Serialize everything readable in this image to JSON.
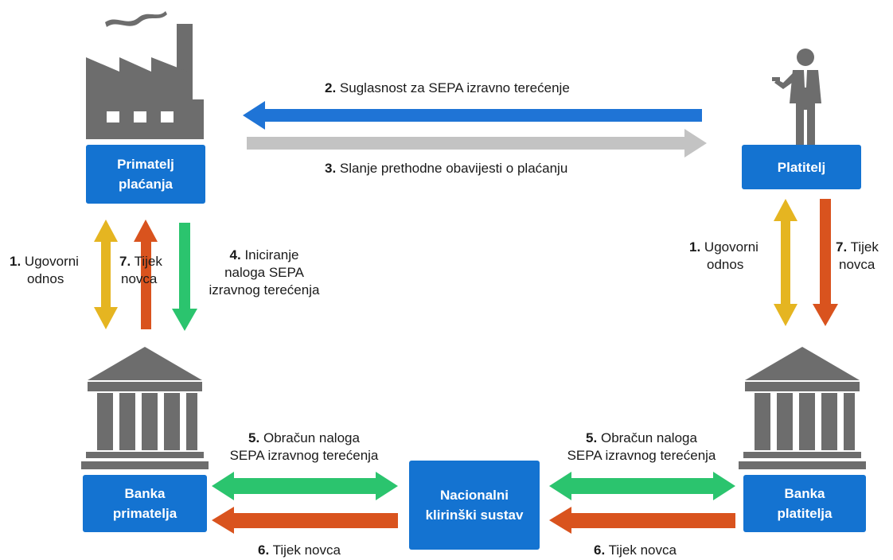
{
  "colors": {
    "box": "#1473d1",
    "blue_arrow": "#1f74d6",
    "grey_arrow": "#c3c3c3",
    "yellow_arrow": "#e5b521",
    "orange_arrow": "#d9531e",
    "green_arrow": "#2bc46e",
    "icon": "#6d6d6d"
  },
  "icons": [
    "factory-icon",
    "businessman-icon",
    "bank-building-icon"
  ],
  "nodes": {
    "payee": {
      "line1": "Primatelj",
      "line2": "plaćanja"
    },
    "payer": {
      "line1": "Platitelj"
    },
    "payee_bank": {
      "line1": "Banka",
      "line2": "primatelja"
    },
    "payer_bank": {
      "line1": "Banka",
      "line2": "platitelja"
    },
    "clearing": {
      "line1": "Nacionalni",
      "line2": "klirinški sustav"
    }
  },
  "labels": {
    "step2": {
      "num": "2.",
      "text": "Suglasnost za SEPA izravno terećenje"
    },
    "step3": {
      "num": "3.",
      "text": "Slanje prethodne obavijesti o plaćanju"
    },
    "step1_left": {
      "num": "1.",
      "line1": "Ugovorni",
      "line2": "odnos"
    },
    "step7_left": {
      "num": "7.",
      "line1": "Tijek",
      "line2": "novca"
    },
    "step4": {
      "num": "4.",
      "line1": "Iniciranje",
      "line2": "naloga SEPA",
      "line3": "izravnog terećenja"
    },
    "step1_right": {
      "num": "1.",
      "line1": "Ugovorni",
      "line2": "odnos"
    },
    "step7_right": {
      "num": "7.",
      "line1": "Tijek",
      "line2": "novca"
    },
    "step5_left": {
      "num": "5.",
      "line1": "Obračun naloga",
      "line2": "SEPA izravnog terećenja"
    },
    "step5_right": {
      "num": "5.",
      "line1": "Obračun naloga",
      "line2": "SEPA izravnog terećenja"
    },
    "step6_left": {
      "num": "6.",
      "text": "Tijek novca"
    },
    "step6_right": {
      "num": "6.",
      "text": "Tijek novca"
    }
  }
}
